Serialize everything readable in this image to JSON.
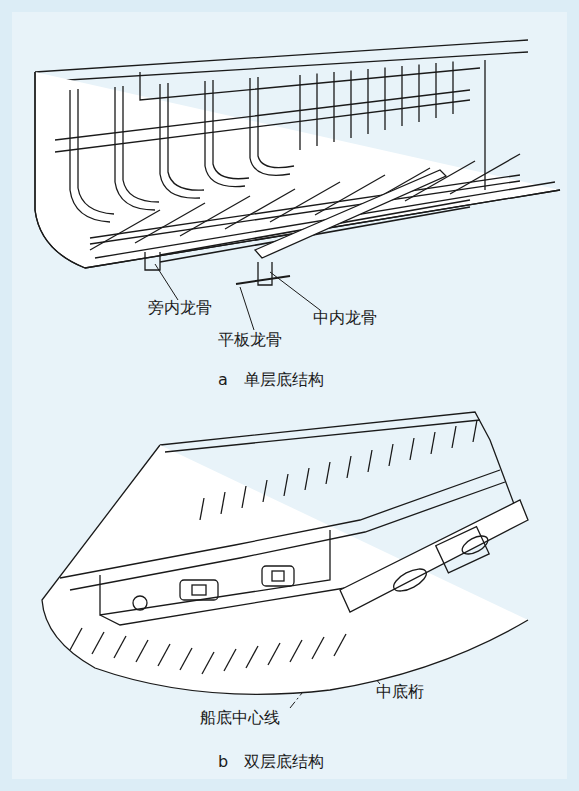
{
  "diagram": {
    "labels": [
      "旁内龙骨",
      "平板龙骨",
      "中内龙骨",
      "a　单层底结构",
      "中底桁",
      "船底中心线",
      "b　双层底结构"
    ]
  }
}
